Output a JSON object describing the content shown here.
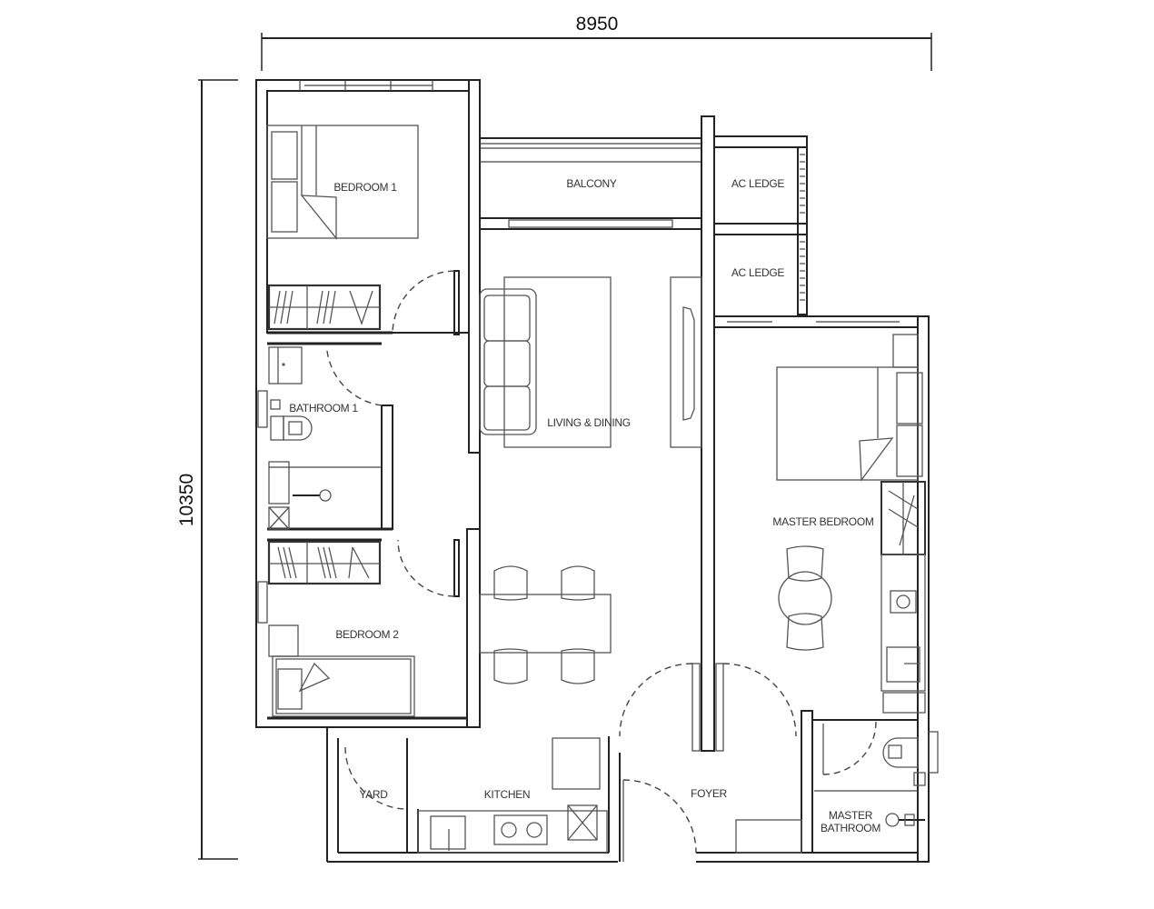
{
  "plan": {
    "dimensions": {
      "width_label": "8950",
      "height_label": "10350"
    },
    "rooms": {
      "bedroom1": "BEDROOM 1",
      "balcony": "BALCONY",
      "ac_ledge_1": "AC LEDGE",
      "ac_ledge_2": "AC LEDGE",
      "bathroom1": "BATHROOM 1",
      "living_dining": "LIVING & DINING",
      "master_bedroom": "MASTER BEDROOM",
      "bedroom2": "BEDROOM 2",
      "yard": "YARD",
      "kitchen": "KITCHEN",
      "foyer": "FOYER",
      "master_bathroom_line1": "MASTER",
      "master_bathroom_line2": "BATHROOM"
    },
    "colors": {
      "wall": "#222222",
      "furniture": "#555555",
      "background": "#ffffff"
    }
  }
}
